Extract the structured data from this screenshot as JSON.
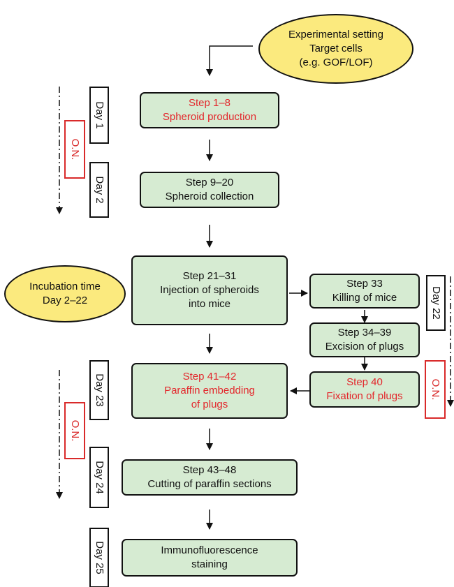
{
  "settings": {
    "line1": "Experimental setting",
    "line2": "Target cells",
    "line3": "(e.g. GOF/LOF)"
  },
  "incubation": {
    "line1": "Incubation time",
    "line2": "Day 2–22"
  },
  "steps": {
    "s1": {
      "line1": "Step 1–8",
      "line2": "Spheroid production"
    },
    "s2": {
      "line1": "Step 9–20",
      "line2": "Spheroid collection"
    },
    "s3": {
      "line1": "Step 21–31",
      "line2": "Injection of spheroids",
      "line3": "into mice"
    },
    "s4": {
      "line1": "Step 33",
      "line2": "Killing of mice"
    },
    "s5": {
      "line1": "Step 34–39",
      "line2": "Excision of plugs"
    },
    "s6": {
      "line1": "Step 40",
      "line2": "Fixation of plugs"
    },
    "s7": {
      "line1": "Step 41–42",
      "line2": "Paraffin embedding",
      "line3": "of plugs"
    },
    "s8": {
      "line1": "Step 43–48",
      "line2": "Cutting of paraffin sections"
    },
    "s9": {
      "line1": "Immunofluorescence",
      "line2": "staining"
    }
  },
  "days": {
    "d1": "Day 1",
    "d2": "Day 2",
    "d22": "Day 22",
    "d23": "Day 23",
    "d24": "Day 24",
    "d25": "Day 25"
  },
  "overnight": {
    "a": "O.N.",
    "b": "O.N.",
    "c": "O.N."
  },
  "colors": {
    "step_fill": "#d6ebd2",
    "ellipse_fill": "#fbea7e",
    "highlight_text": "#e3272c",
    "overnight_border": "#d92a2a"
  }
}
